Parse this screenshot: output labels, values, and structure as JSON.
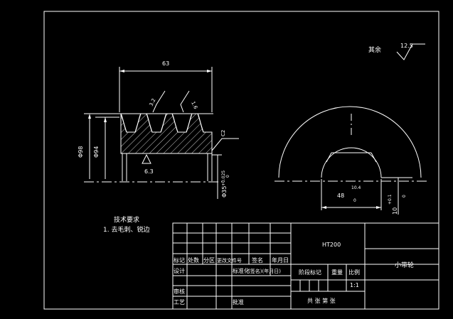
{
  "drawing": {
    "roughness_rest_label": "其余",
    "roughness_rest_value": "12.5",
    "gear_width_dim": "63",
    "roughness_top_1": "3.2",
    "roughness_top_2": "1.6",
    "roughness_bottom": "6.3",
    "chamfer_label": "C2",
    "dia_left_1": "Φ98",
    "dia_left_2": "Φ94",
    "dia_bore_tol": "+0.025",
    "dia_bore_tol_lower": "0",
    "dia_bore_nominal": "Φ35",
    "keyway_width_dim": "10.4",
    "keyway_sub": "0",
    "bore_width_dim": "48",
    "keyway_height_tol_upper": "+0.1",
    "keyway_height_tol_lower": "0",
    "keyway_height_dim": "10"
  },
  "notes": {
    "title": "技术要求",
    "line1": "1. 去毛刺、锐边"
  },
  "title_block": {
    "material": "HT200",
    "part_name": "小带轮",
    "h_mark": "标记",
    "h_count": "处数",
    "h_zone": "分区",
    "h_docno": "更改文件号",
    "h_sign": "签名",
    "h_date": "年月日",
    "design": "设计",
    "standard": "标准化",
    "sign_date": "(签名)(年月日)",
    "stage_mark": "阶段标记",
    "weight": "重量",
    "scale": "比例",
    "scale_value": "1:1",
    "check": "审核",
    "process": "工艺",
    "approve": "批准",
    "sheets": "共    张  第    张"
  }
}
